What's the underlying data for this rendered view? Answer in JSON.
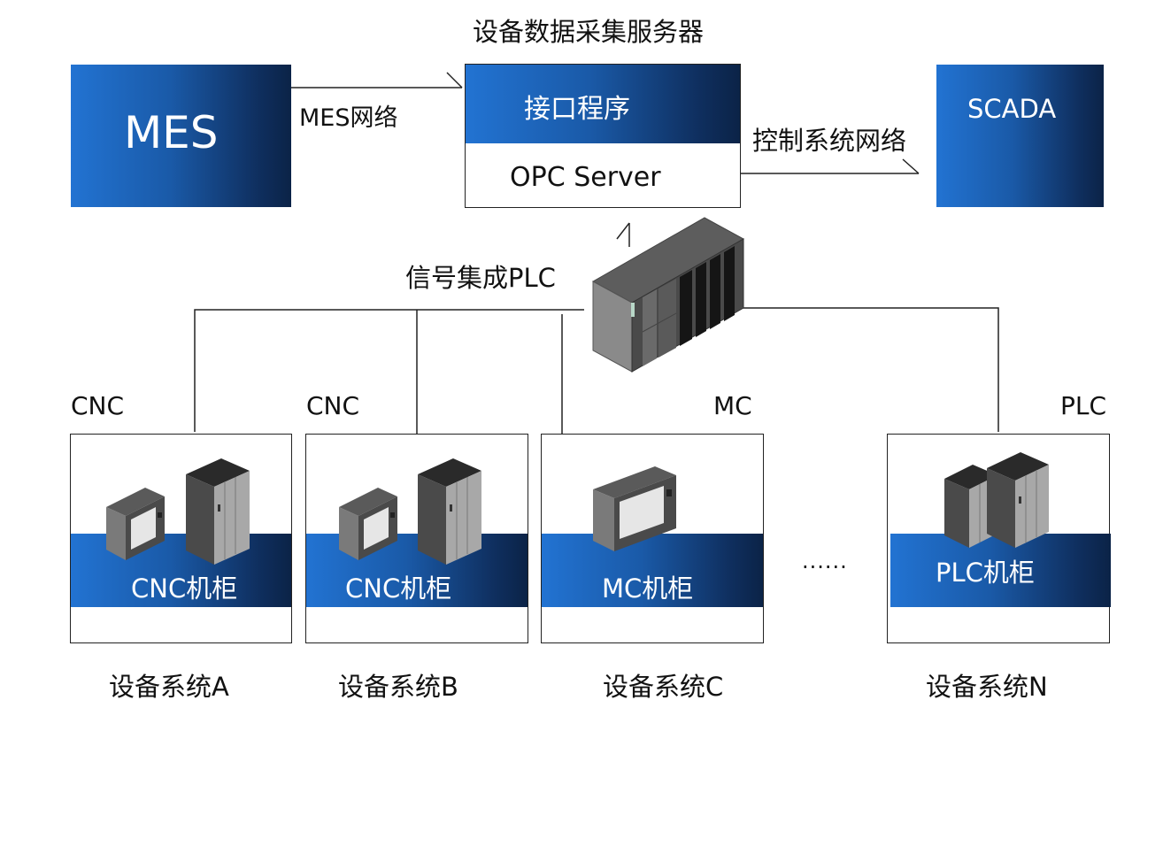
{
  "server": {
    "title": "设备数据采集服务器",
    "interface": "接口程序",
    "opc": "OPC Server"
  },
  "mes": {
    "label": "MES",
    "network": "MES网络"
  },
  "scada": {
    "label": "SCADA",
    "network": "控制系统网络"
  },
  "plc_hub": {
    "label": "信号集成PLC"
  },
  "systems": [
    {
      "type": "CNC",
      "cabinet": "CNC机柜",
      "name": "设备系统A"
    },
    {
      "type": "CNC",
      "cabinet": "CNC机柜",
      "name": "设备系统B"
    },
    {
      "type": "MC",
      "cabinet": "MC机柜",
      "name": "设备系统C"
    },
    {
      "type": "PLC",
      "cabinet": "PLC机柜",
      "name": "设备系统N"
    }
  ],
  "ellipsis": "......",
  "colors": {
    "gradient_start": "#2273d2",
    "gradient_end": "#0b2347",
    "line": "#222222"
  }
}
